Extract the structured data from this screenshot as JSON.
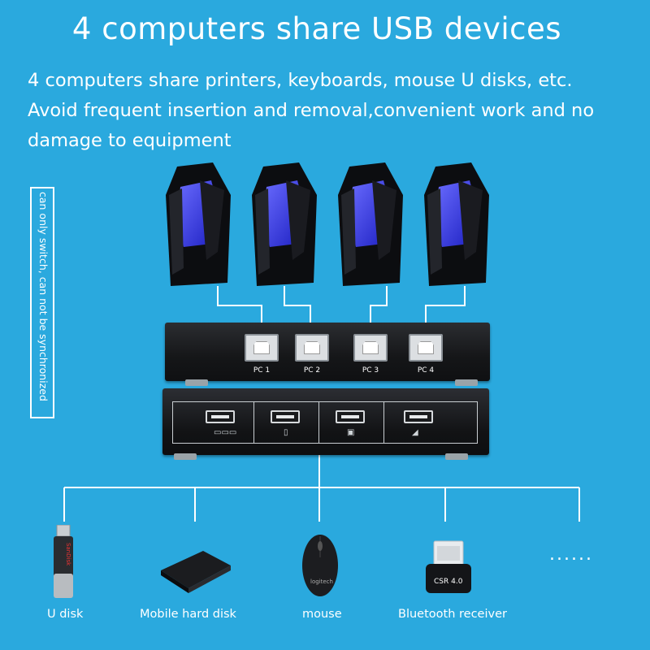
{
  "title": "4 computers share USB devices",
  "subtitle_lines": [
    "4 computers share printers, keyboards, mouse U disks, etc.",
    "Avoid frequent insertion and removal,convenient work and no",
    "damage to equipment"
  ],
  "side_note": "can only switch, can not be synchronized",
  "pc_ports": [
    "PC 1",
    "PC 2",
    "PC 3",
    "PC 4"
  ],
  "devices": [
    {
      "label": "U disk",
      "icon": "usb-flash-drive"
    },
    {
      "label": "Mobile hard disk",
      "icon": "external-hard-drive"
    },
    {
      "label": "mouse",
      "icon": "computer-mouse"
    },
    {
      "label": "Bluetooth receiver",
      "icon": "bluetooth-dongle"
    }
  ],
  "more_devices": "......",
  "dongle_text": "CSR 4.0",
  "flash_brand": "SanDisk",
  "mouse_brand": "logitech",
  "colors": {
    "background": "#2aa9de",
    "text": "#ffffff",
    "pc_glow": "#3a3cff"
  }
}
